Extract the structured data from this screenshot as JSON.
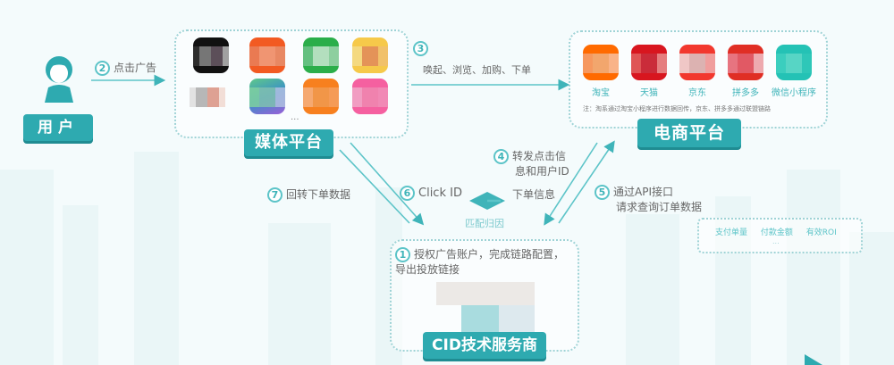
{
  "diagram": {
    "user": {
      "label": "用户",
      "icon": "user-avatar-icon"
    },
    "media_platform": {
      "label": "媒体平台",
      "more": "...",
      "apps": [
        {
          "icon": "douyin-app-icon",
          "color": "#111111",
          "blurred": true
        },
        {
          "icon": "kuaishou-app-icon",
          "color": "#f25a22",
          "blurred": true
        },
        {
          "icon": "wechat-app-icon",
          "color": "#2bae4a",
          "blurred": true
        },
        {
          "icon": "meituan-app-icon",
          "color": "#f6c94a",
          "blurred": true
        },
        {
          "icon": "app-icon-5",
          "color": "#d9d9d9",
          "blurred": true
        },
        {
          "icon": "app-icon-6",
          "color": "#5fc98a",
          "blurred": true
        },
        {
          "icon": "app-icon-7",
          "color": "#f7801f",
          "blurred": true
        },
        {
          "icon": "app-icon-8",
          "color": "#f560a0",
          "blurred": true
        }
      ]
    },
    "ecommerce_platform": {
      "label": "电商平台",
      "apps": [
        {
          "label": "淘宝",
          "icon": "taobao-app-icon",
          "color": "#ff6a00"
        },
        {
          "label": "天猫",
          "icon": "tmall-app-icon",
          "color": "#d8161f"
        },
        {
          "label": "京东",
          "icon": "jd-app-icon",
          "color": "#f2382e"
        },
        {
          "label": "拼多多",
          "icon": "pinduoduo-app-icon",
          "color": "#e02e24"
        },
        {
          "label": "微信小程序",
          "icon": "wechat-miniprogram-icon",
          "color": "#24c2b5"
        }
      ],
      "note": "注：淘系通过淘宝小程序进行数据回传，京东、拼多多通过联盟链路"
    },
    "cid_provider": {
      "label": "CID技术服务商",
      "step_num": "1",
      "step_text": "授权广告账户，完成链路配置，导出投放链接"
    },
    "steps": {
      "s2": {
        "num": "2",
        "text": "点击广告"
      },
      "s3": {
        "num": "3",
        "text": "唤起、浏览、加购、下单"
      },
      "s4": {
        "num": "4",
        "text_line1": "转发点击信",
        "text_line2": "息和用户ID"
      },
      "s5": {
        "num": "5",
        "text_line1": "通过API接口",
        "text_line2": "请求查询订单数据"
      },
      "s6": {
        "num": "6",
        "text": "Click ID"
      },
      "s6_right": {
        "text": "下单信息"
      },
      "s7": {
        "num": "7",
        "text": "回转下单数据"
      }
    },
    "match_label": "匹配归因",
    "metrics_box": {
      "items": [
        "支付单量",
        "付款金额",
        "有效ROI"
      ],
      "more": "..."
    },
    "colors": {
      "accent": "#2eaab0",
      "accent_dark": "#1f8c92",
      "line": "#5cc4c8",
      "background": "#f4fbfc"
    }
  }
}
